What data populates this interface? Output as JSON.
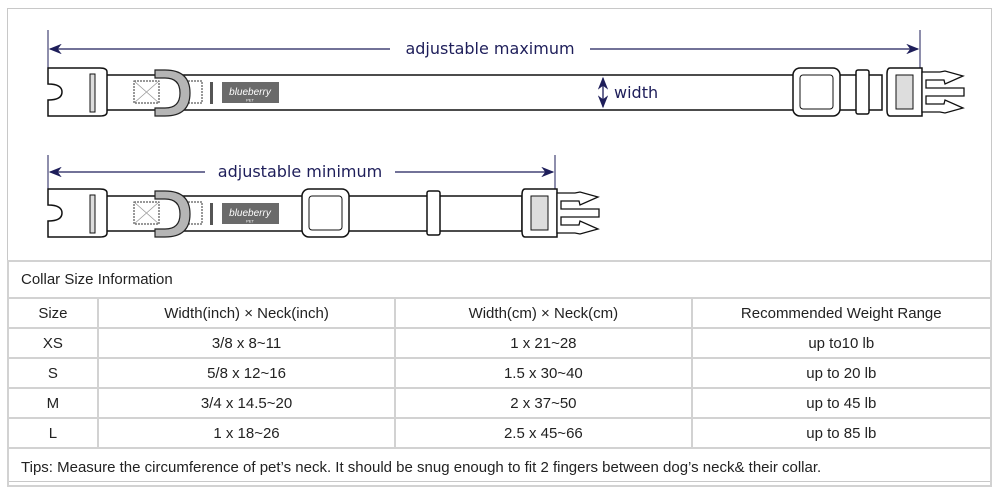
{
  "diagram": {
    "max_label": "adjustable maximum",
    "width_label": "width",
    "min_label": "adjustable minimum",
    "logo_text": "blueberry",
    "logo_subtext": "PET",
    "arrow_color": "#1e1e5a",
    "logo_color": "#6a6a6a"
  },
  "table": {
    "title": "Collar Size Information",
    "headers": [
      "Size",
      "Width(inch)  × Neck(inch)",
      "Width(cm)  × Neck(cm)",
      "Recommended Weight Range"
    ],
    "rows": [
      [
        "XS",
        "3/8 x 8~11",
        "1 x 21~28",
        "up to10 lb"
      ],
      [
        "S",
        "5/8 x 12~16",
        "1.5 x 30~40",
        "up to 20 lb"
      ],
      [
        "M",
        "3/4 x 14.5~20",
        "2 x 37~50",
        "up to 45 lb"
      ],
      [
        "L",
        "1 x 18~26",
        "2.5 x 45~66",
        "up to 85 lb"
      ]
    ],
    "tips": "Tips: Measure the circumference of pet’s neck. It should be snug enough to fit 2 fingers between dog’s neck& their collar."
  }
}
